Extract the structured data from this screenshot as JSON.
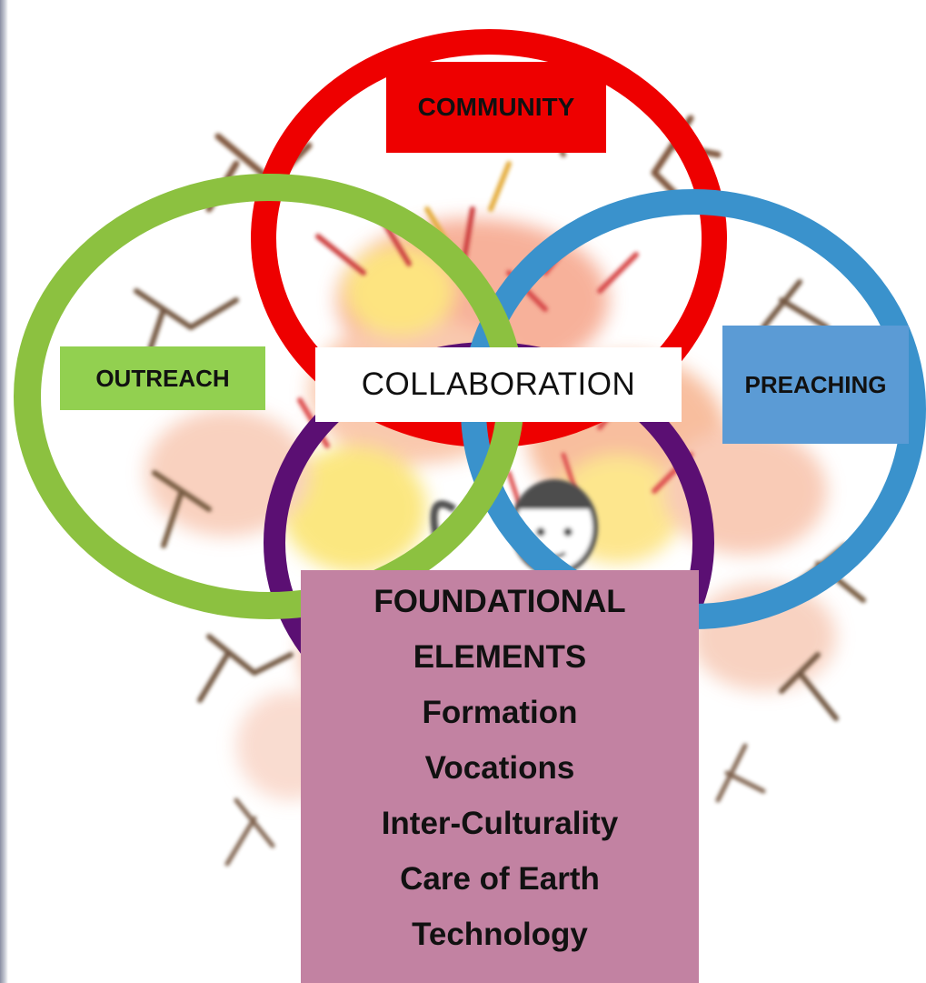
{
  "colors": {
    "community_ring": "#ee0000",
    "outreach_ring": "#8cc140",
    "preaching_ring": "#3a92cc",
    "foundation_ring": "#5b0f73",
    "community_box": "#ee0000",
    "outreach_box": "#92d050",
    "preaching_box": "#5b9bd5",
    "collaboration_box": "#ffffff",
    "foundation_box": "#c282a2",
    "bottom_text": "#d8131b"
  },
  "labels": {
    "community": "COMMUNITY",
    "outreach": "OUTREACH",
    "preaching": "PREACHING",
    "collaboration": "COLLABORATION"
  },
  "foundation": {
    "lines": [
      "FOUNDATIONAL",
      "ELEMENTS",
      "Formation",
      "Vocations",
      "Inter-Culturality",
      "Care of Earth",
      "Technology"
    ]
  },
  "background": {
    "icon": "flame-tree-illustration"
  }
}
